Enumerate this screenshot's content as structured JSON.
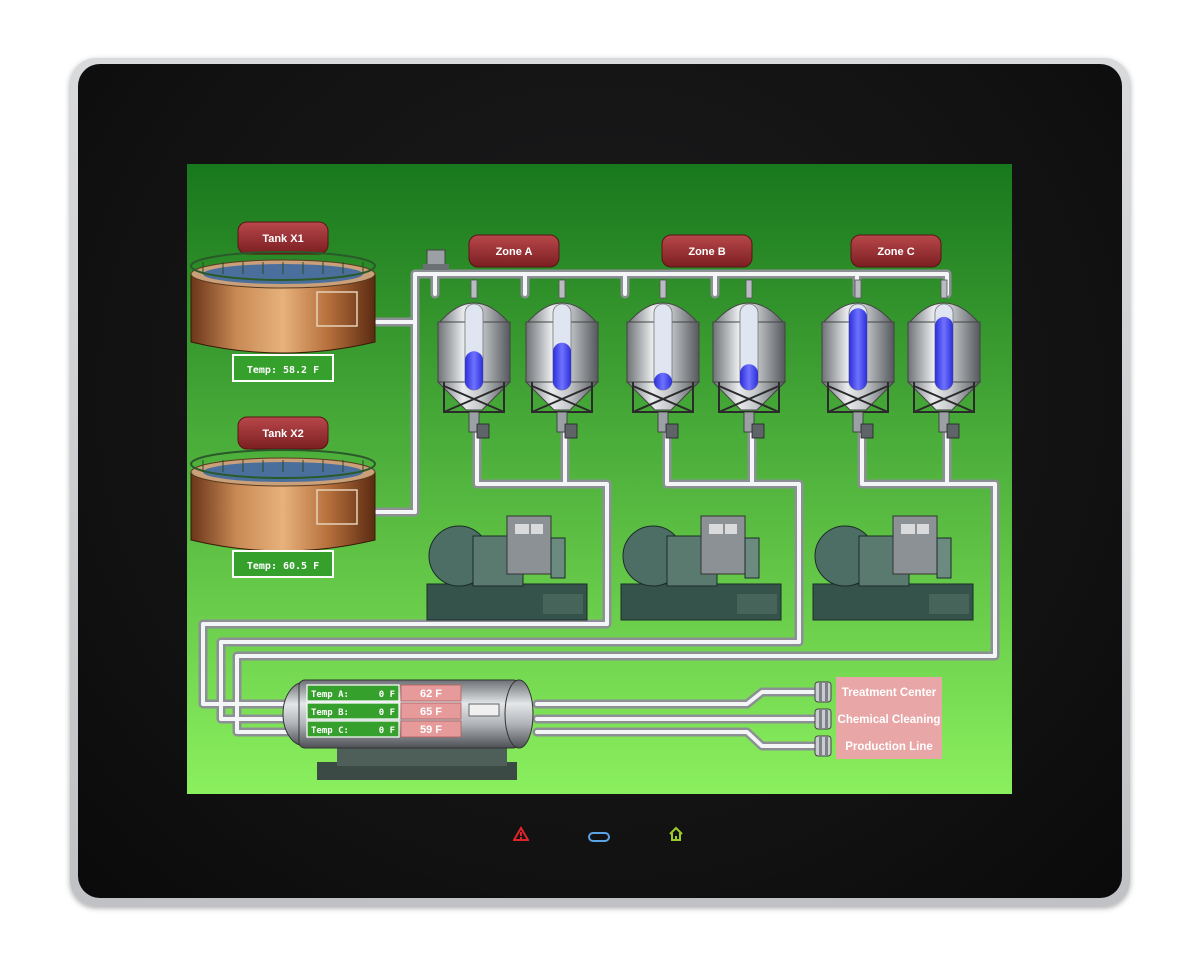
{
  "tanks": [
    {
      "label": "Tank X1",
      "temp": "Temp: 58.2 F"
    },
    {
      "label": "Tank X2",
      "temp": "Temp: 60.5 F"
    }
  ],
  "zones": [
    {
      "label": "Zone A"
    },
    {
      "label": "Zone B"
    },
    {
      "label": "Zone C"
    }
  ],
  "silo_levels": [
    0.45,
    0.55,
    0.2,
    0.3,
    0.95,
    0.85
  ],
  "exchanger": {
    "rows": [
      {
        "label": "Temp A:",
        "value": "0 F",
        "reading": "62 F"
      },
      {
        "label": "Temp B:",
        "value": "0 F",
        "reading": "65 F"
      },
      {
        "label": "Temp C:",
        "value": "0 F",
        "reading": "59 F"
      }
    ]
  },
  "destinations": [
    {
      "label": "Treatment Center"
    },
    {
      "label": "Chemical Cleaning"
    },
    {
      "label": "Production Line"
    }
  ],
  "colors": {
    "screen_top": "#18781d",
    "screen_bottom": "#8bf05e",
    "label_bg": "#8e2a2c",
    "temp_bg": "#36a02c",
    "reading_bg": "#e69a9a",
    "dest_bg": "#e8a6a6",
    "liquid": "#3a3cff",
    "led_alarm": "#e0242a",
    "led_status": "#5aa4e6",
    "led_home": "#9ccc2a"
  },
  "leds": [
    {
      "icon": "alarm-icon"
    },
    {
      "icon": "status-icon"
    },
    {
      "icon": "home-icon"
    }
  ]
}
